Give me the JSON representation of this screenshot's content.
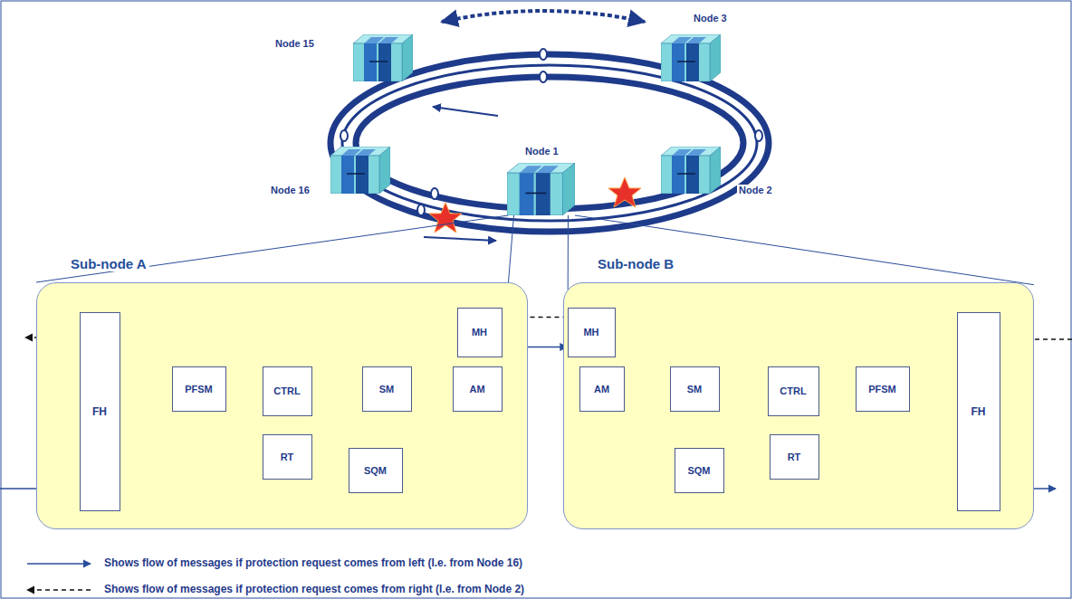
{
  "diagram": {
    "nodes": [
      {
        "text": [
          "Node 15"
        ]
      },
      {
        "text": [
          "Node 3"
        ]
      },
      {
        "text": [
          "Node 16"
        ]
      },
      {
        "text": [
          "Node 1"
        ]
      },
      {
        "text": [
          "Node 2"
        ]
      },
      {
        "text": [
          "Sub-node A"
        ]
      },
      {
        "text": [
          "FH"
        ],
        "in": 5
      },
      {
        "text": [
          "PFSM"
        ],
        "in": 5
      },
      {
        "text": [
          "CTRL"
        ],
        "in": 5
      },
      {
        "text": [
          "SM"
        ],
        "in": 5
      },
      {
        "text": [
          "AM"
        ],
        "in": 5
      },
      {
        "text": [
          "MH"
        ],
        "in": 5
      },
      {
        "text": [
          "RT"
        ],
        "in": 5
      },
      {
        "text": [
          "SQM"
        ],
        "in": 5
      },
      {
        "text": [
          "Sub-node B"
        ]
      },
      {
        "text": [
          "MH"
        ],
        "in": 14
      },
      {
        "text": [
          "AM"
        ],
        "in": 14
      },
      {
        "text": [
          "SM"
        ],
        "in": 14
      },
      {
        "text": [
          "CTRL"
        ],
        "in": 14
      },
      {
        "text": [
          "PFSM"
        ],
        "in": 14
      },
      {
        "text": [
          "FH"
        ],
        "in": 14
      },
      {
        "text": [
          "SQM"
        ],
        "in": 14
      },
      {
        "text": [
          "RT"
        ],
        "in": 14
      }
    ],
    "edges": [
      {
        "from": 3,
        "to": 5,
        "arrow": "none"
      },
      {
        "from": 3,
        "to": 5,
        "arrow": "none"
      },
      {
        "from": 3,
        "to": 14,
        "arrow": "none"
      },
      {
        "from": 3,
        "to": 14,
        "arrow": "none"
      },
      {
        "from": 6,
        "to": 7,
        "arrow": "to"
      },
      {
        "from": 7,
        "to": 8,
        "arrow": "to"
      },
      {
        "from": 8,
        "to": 9,
        "arrow": "to"
      },
      {
        "from": 9,
        "to": 10,
        "arrow": "to"
      },
      {
        "from": 8,
        "to": 12,
        "arrow": "to"
      },
      {
        "from": 8,
        "to": 13,
        "arrow": "to"
      },
      {
        "from": 8,
        "to": 11,
        "arrow": "to"
      },
      {
        "from": 11,
        "to": 15,
        "arrow": "to"
      },
      {
        "from": 15,
        "to": 19,
        "arrow": "to"
      },
      {
        "from": 19,
        "to": 18,
        "arrow": "to"
      },
      {
        "from": 18,
        "to": 20,
        "arrow": "to"
      },
      {
        "from": 20,
        "to": 19,
        "arrow": "to"
      },
      {
        "from": 19,
        "to": 18,
        "arrow": "to"
      },
      {
        "from": 18,
        "to": 17,
        "arrow": "to"
      },
      {
        "from": 17,
        "to": 16,
        "arrow": "to"
      },
      {
        "from": 18,
        "to": 21,
        "arrow": "to"
      },
      {
        "from": 18,
        "to": 22,
        "arrow": "to"
      },
      {
        "from": 18,
        "to": 15,
        "arrow": "to"
      },
      {
        "from": 15,
        "to": 11,
        "arrow": "to"
      },
      {
        "from": 11,
        "to": 7,
        "arrow": "to"
      },
      {
        "from": 7,
        "to": 8,
        "arrow": "none"
      },
      {
        "from": 8,
        "to": 6,
        "arrow": "to"
      }
    ],
    "legend": [
      {
        "text": "Shows flow of messages if protection request comes from left (I.e. from Node 16)"
      },
      {
        "text": "Shows flow of messages if protection request comes from right (I.e. from Node 2)"
      }
    ]
  }
}
